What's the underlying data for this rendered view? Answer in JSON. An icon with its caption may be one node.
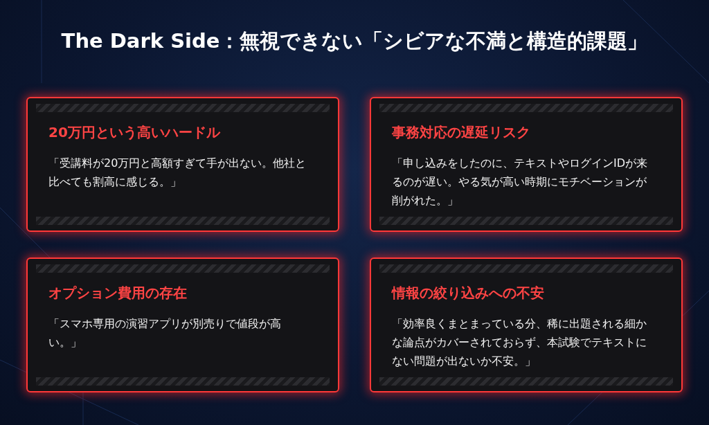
{
  "diagram": {
    "title": "The Dark Side：無視できない「シビアな不満と構造的課題」",
    "nodes": [
      {
        "text": [
          "20万円という高いハードル",
          "「受講料が20万円と高額すぎて手が出ない。他社と比べても割高に感じる。」"
        ]
      },
      {
        "text": [
          "事務対応の遅延リスク",
          "「申し込みをしたのに、テキストやログインIDが来るのが遅い。やる気が高い時期にモチベーションが削がれた。」"
        ]
      },
      {
        "text": [
          "オプション費用の存在",
          "「スマホ専用の演習アプリが別売りで値段が高い。」"
        ]
      },
      {
        "text": [
          "情報の絞り込みへの不安",
          "「効率良くまとまっている分、稀に出題される細かな論点がカバーされておらず、本試験でテキストにない問題が出ないか不安。」"
        ]
      }
    ]
  }
}
